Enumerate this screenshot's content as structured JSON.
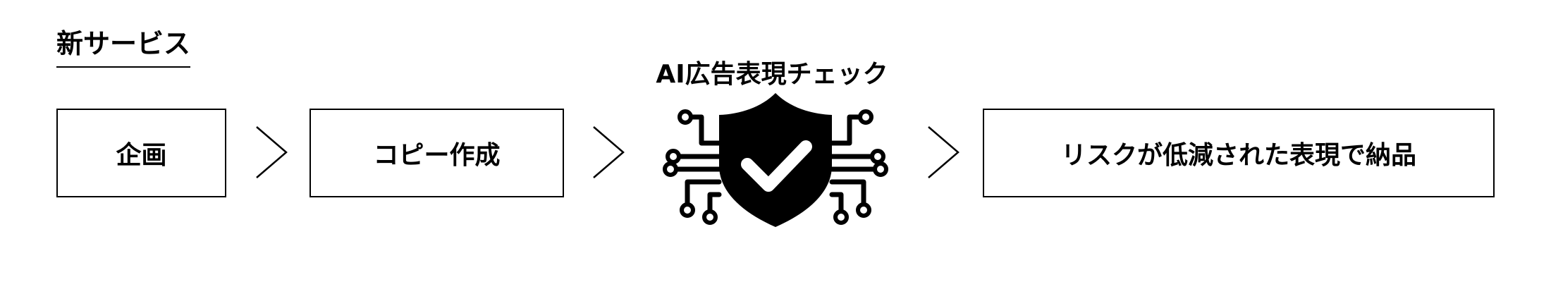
{
  "section": {
    "title": "新サービス"
  },
  "flow": {
    "step1": "企画",
    "step2": "コピー作成",
    "check_label": "AI広告表現チェック",
    "result": "リスクが低減された表現で納品"
  },
  "icons": {
    "arrow": "chevron-right-icon",
    "check": "ai-shield-check-icon"
  },
  "colors": {
    "ink": "#000000",
    "background": "#ffffff"
  }
}
